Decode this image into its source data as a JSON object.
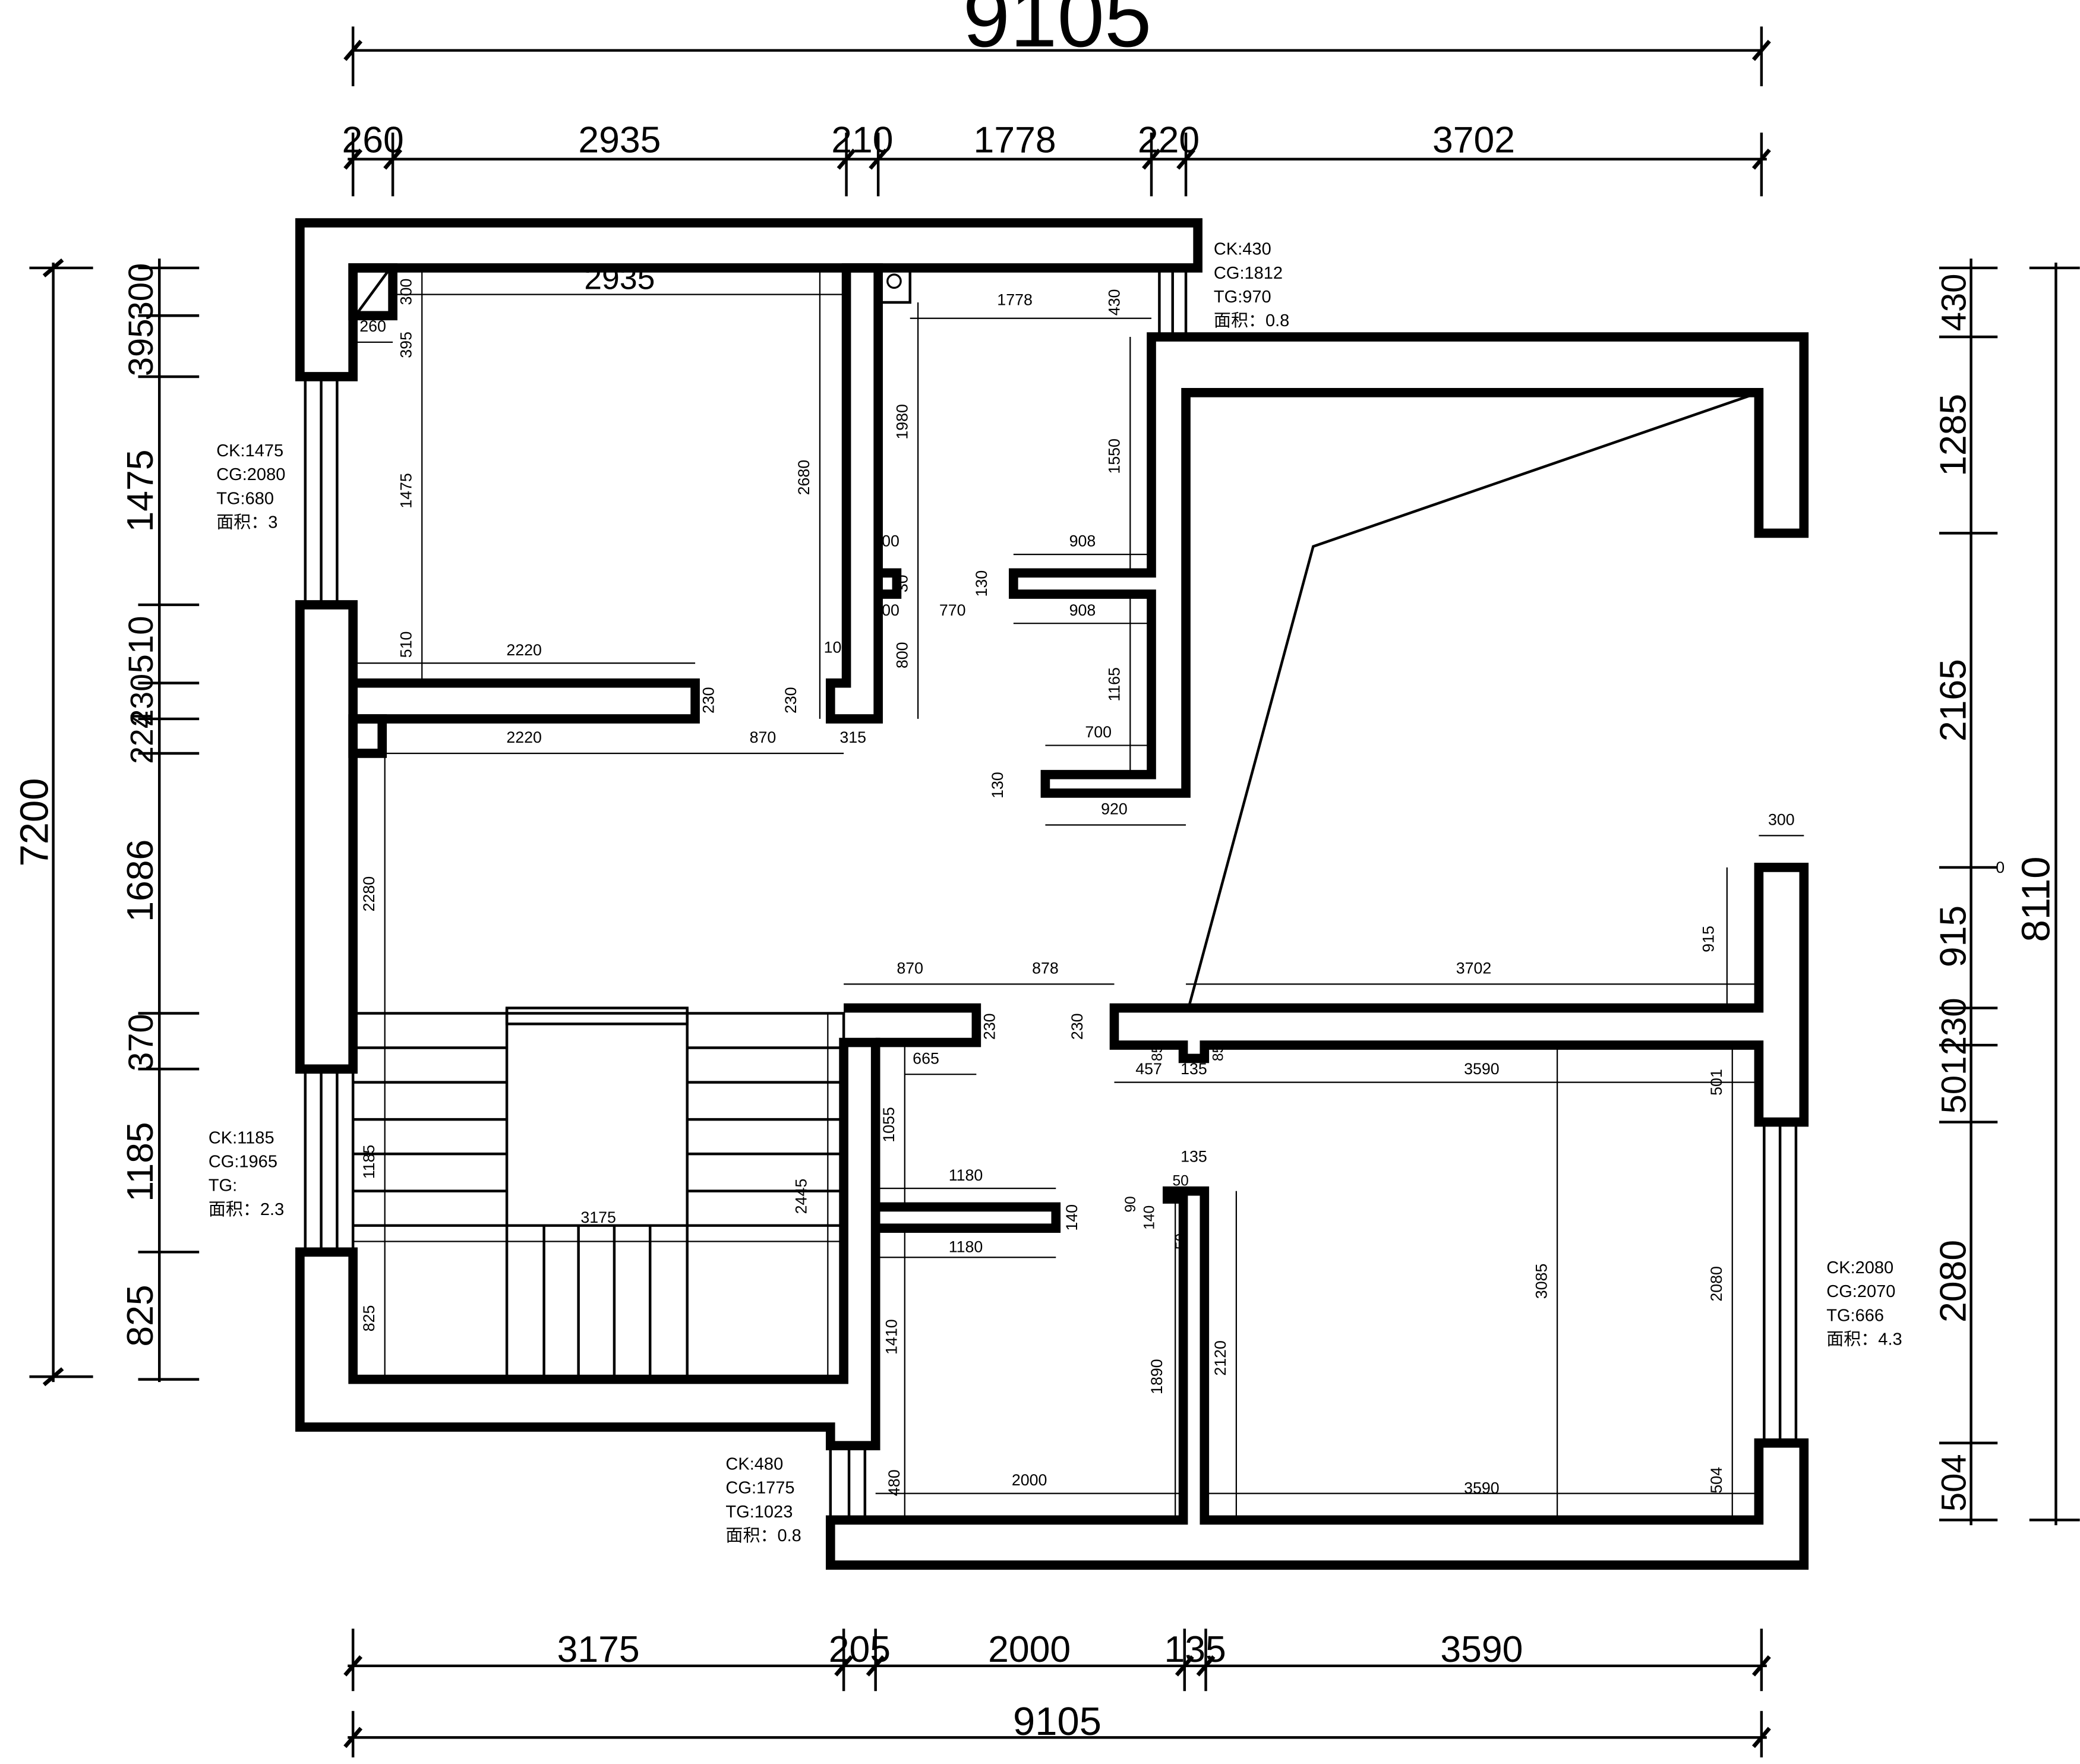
{
  "overall": {
    "top_total": "9105",
    "bottom_total": "9105",
    "left_total": "7200",
    "right_total": "8110"
  },
  "top_dims": [
    "260",
    "2935",
    "210",
    "1778",
    "220",
    "3702"
  ],
  "bottom_dims": [
    "3175",
    "205",
    "2000",
    "135",
    "3590"
  ],
  "left_dims": [
    "300",
    "395",
    "1475",
    "510",
    "230",
    "224",
    "1686",
    "370",
    "1185",
    "825"
  ],
  "right_dims": [
    "430",
    "1285",
    "2165",
    "0",
    "915",
    "230",
    "501",
    "2080",
    "504"
  ],
  "inner_dims": {
    "d2935": "2935",
    "d300": "300",
    "d260": "260",
    "d395": "395",
    "d1475": "1475",
    "d510": "510",
    "d2220a": "2220",
    "d2220b": "2220",
    "d230a": "230",
    "d230b": "230",
    "d870a": "870",
    "d315": "315",
    "d105": "105",
    "d2680": "2680",
    "d1778": "1778",
    "d430": "430",
    "d1980": "1980",
    "d1550": "1550",
    "d908a": "908",
    "d908b": "908",
    "d100a": "100",
    "d100b": "100",
    "d30": "30",
    "d130a": "130",
    "d770": "770",
    "d800": "800",
    "d1165": "1165",
    "d700": "700",
    "d130b": "130",
    "d920": "920",
    "d2280": "2280",
    "d870b": "870",
    "d878": "878",
    "d3702": "3702",
    "d915": "915",
    "d300r": "300",
    "d230c": "230",
    "d230d": "230",
    "d665": "665",
    "d457": "457",
    "d85a": "85",
    "d135a": "135",
    "d85b": "85",
    "d3590a": "3590",
    "d501": "501",
    "d1055": "1055",
    "d1180a": "1180",
    "d1180b": "1180",
    "d140a": "140",
    "d135b": "135",
    "d50a": "50",
    "d90": "90",
    "d140b": "140",
    "d50b": "50",
    "d1185": "1185",
    "d3175": "3175",
    "d2445": "2445",
    "d825": "825",
    "d3085": "3085",
    "d2080": "2080",
    "d1410": "1410",
    "d1890": "1890",
    "d2120": "2120",
    "d480": "480",
    "d2000": "2000",
    "d3590b": "3590",
    "d504": "504"
  },
  "openings": [
    {
      "ck": "CK:430",
      "cg": "CG:1812",
      "tg": "TG:970",
      "area": "面积：0.8"
    },
    {
      "ck": "CK:1475",
      "cg": "CG:2080",
      "tg": "TG:680",
      "area": "面积：3"
    },
    {
      "ck": "CK:1185",
      "cg": "CG:1965",
      "tg": "TG:",
      "area": "面积：2.3"
    },
    {
      "ck": "CK:480",
      "cg": "CG:1775",
      "tg": "TG:1023",
      "area": "面积：0.8"
    },
    {
      "ck": "CK:2080",
      "cg": "CG:2070",
      "tg": "TG:666",
      "area": "面积：4.3"
    }
  ]
}
